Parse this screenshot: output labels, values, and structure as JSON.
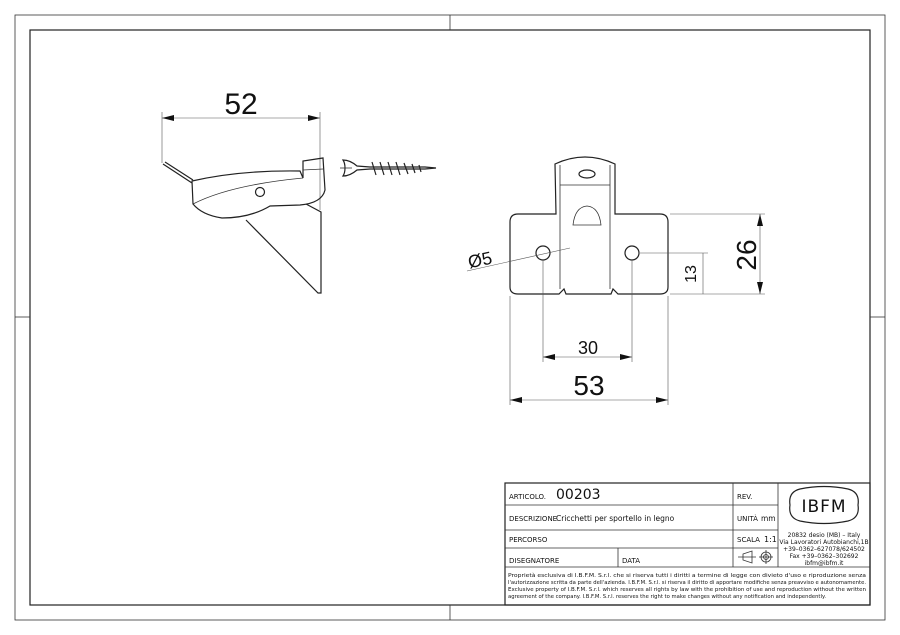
{
  "dimensions": {
    "side_width": "52",
    "plate_width": "53",
    "hole_spacing": "30",
    "hole_diameter": "Ø5",
    "plate_height": "26",
    "hole_height": "13"
  },
  "title_block": {
    "articolo_label": "ARTICOLO.",
    "articolo_value": "00203",
    "rev_label": "REV.",
    "descrizione_label": "DESCRIZIONE",
    "descrizione_value": "Cricchetti per sportello in legno",
    "unita_label": "UNITÀ",
    "unita_value": "mm",
    "percorso_label": "PERCORSO",
    "scala_label": "SCALA",
    "scala_value": "1:1",
    "disegnatore_label": "DISEGNATORE",
    "data_label": "DATA",
    "logo": "IBFM",
    "address": [
      "20832 desio (MB) – Italy",
      "Via Lavoratori Autobianchi,1B",
      "+39–0362–627078/624502",
      "Fax +39–0362–302692",
      "ibfm@ibfm.it"
    ],
    "disclaimer": [
      "Proprietà esclusiva di I.B.F.M. S.r.l. che si riserva tutti i diritti a termine di legge con divieto d'uso e riproduzione senza",
      "l'autorizzazione scritta da parte dell'azienda. I.B.F.M. S.r.l. si riserva il diritto di apportare modifiche senza preavviso e autonomamente.",
      "Exclusive property of I.B.F.M. S.r.l. which reserves all rights by law with the prohibition of use and reproduction without the written",
      "agreement of the company. I.B.F.M. S.r.l. reserves the right to make changes without any notification and independently."
    ]
  }
}
